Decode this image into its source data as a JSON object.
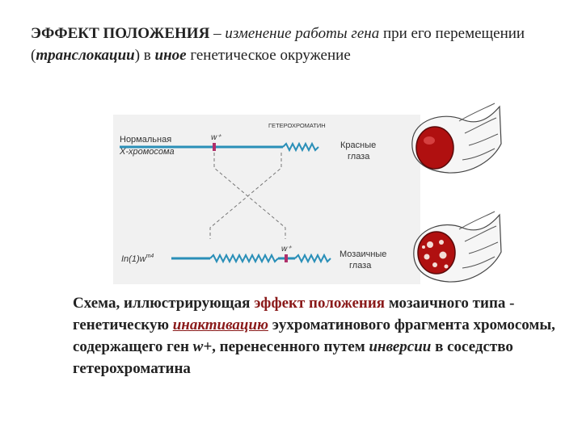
{
  "header": {
    "term": "ЭФФЕКТ ПОЛОЖЕНИЯ",
    "dash": " – ",
    "def_italic": "изменение работы гена",
    "def_plain1": " при его перемещении (",
    "def_bolditalic1": "транслокации",
    "def_plain2": ") в ",
    "def_bolditalic2": "иное",
    "def_plain3": " генетическое окружение"
  },
  "figure": {
    "heterochromatin_label": "ГЕТЕРОХРОМАТИН",
    "normal_label_line1": "Нормальная",
    "normal_label_line2": "Х-хромосома",
    "gene_top": "w⁺",
    "red_eyes_line1": "Красные",
    "red_eyes_line2": "глаза",
    "mutant_label": "In(1)w",
    "mutant_sup": "m4",
    "gene_bottom": "w⁺",
    "mosaic_eyes_line1": "Мозаичные",
    "mosaic_eyes_line2": "глаза"
  },
  "caption": {
    "part1": "Схема, иллюстрирующая ",
    "part_red": "эффект положения",
    "part2": " мозаичного типа - генетическую ",
    "part_under": "инактивацию",
    "part3": " эухроматинового фрагмента хромосомы, содержащего ген ",
    "part_it1": "w+",
    "part4": ", перенесенного путем ",
    "part_it2": "инверсии",
    "part5": " в соседство гетерохроматина"
  },
  "colors": {
    "chromosome": "#2a8fb8",
    "gene_mark": "#b0306a",
    "eye_red": "#b01010",
    "caption_accent": "#8a1a1a"
  }
}
